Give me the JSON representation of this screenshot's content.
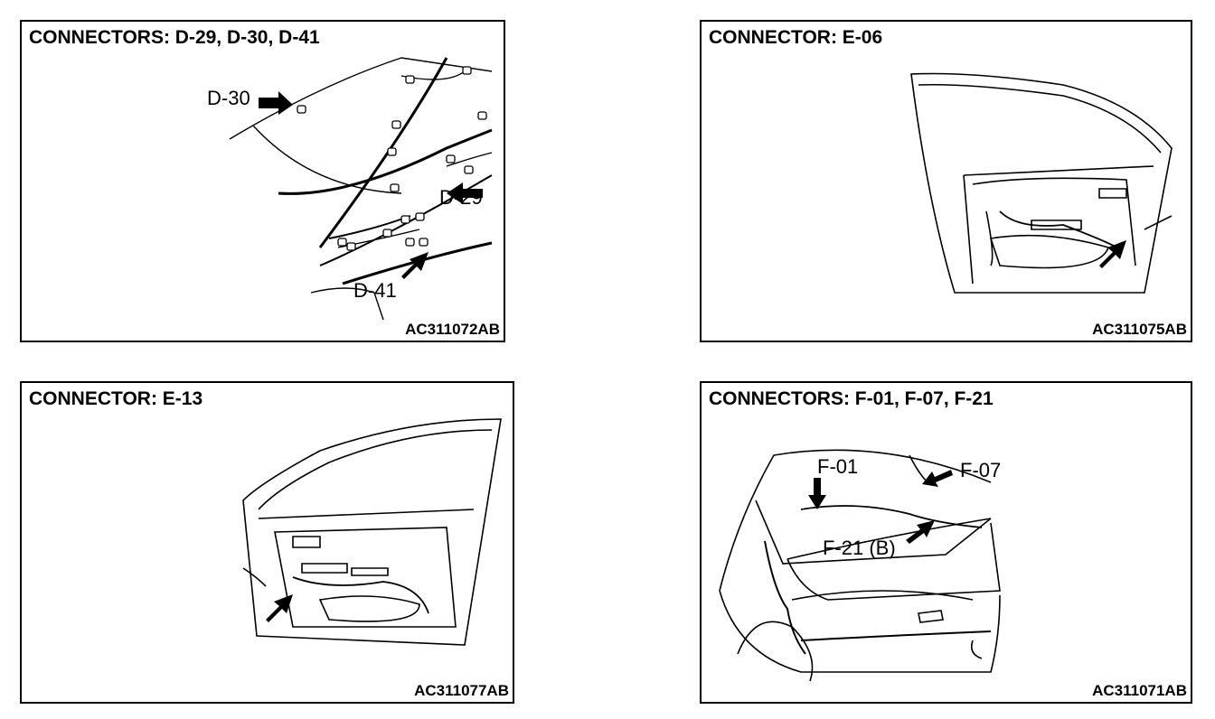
{
  "panels": [
    {
      "title": "CONNECTORS: D-29, D-30, D-41",
      "code": "AC311072AB",
      "labels": {
        "d30": "D-30",
        "d29": "D-29",
        "d41": "D-41"
      }
    },
    {
      "title": "CONNECTOR: E-06",
      "code": "AC311075AB"
    },
    {
      "title": "CONNECTOR: E-13",
      "code": "AC311077AB"
    },
    {
      "title": "CONNECTORS: F-01, F-07, F-21",
      "code": "AC311071AB",
      "labels": {
        "f01": "F-01",
        "f07": "F-07",
        "f21": "F-21 (B)"
      }
    }
  ]
}
